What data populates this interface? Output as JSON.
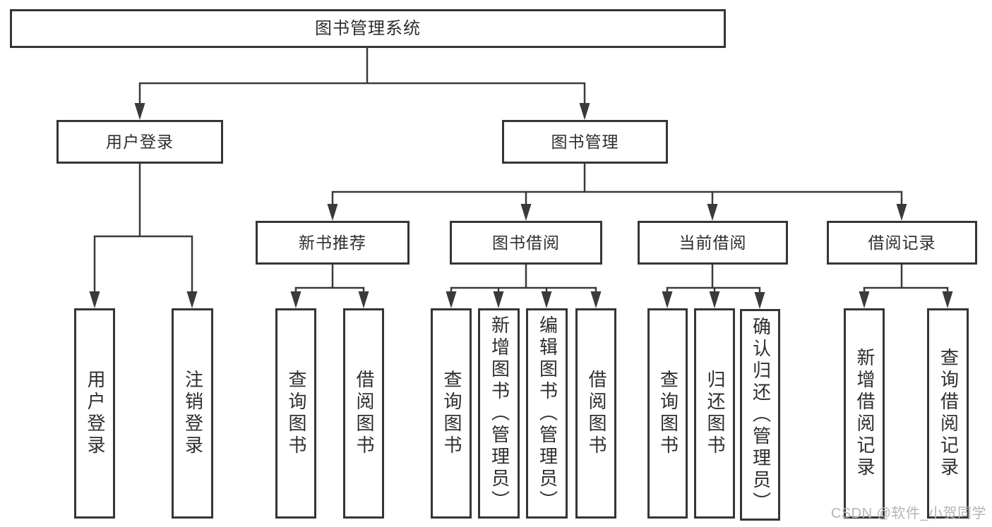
{
  "colors": {
    "background": "#ffffff",
    "line": "#3a3a3a",
    "border": "#353535",
    "text": "#2e2e2e",
    "watermark": "#b4b4b4"
  },
  "watermark": "CSDN @软件_小贺同学",
  "tree": {
    "root": {
      "label": "图书管理系统"
    },
    "branches": [
      {
        "label": "用户登录",
        "children": [
          {
            "label": "用户登录"
          },
          {
            "label": "注销登录"
          }
        ]
      },
      {
        "label": "图书管理",
        "sections": [
          {
            "label": "新书推荐",
            "children": [
              {
                "label": "查询图书"
              },
              {
                "label": "借阅图书"
              }
            ]
          },
          {
            "label": "图书借阅",
            "children": [
              {
                "label": "查询图书"
              },
              {
                "label": "新增图书（管理员）"
              },
              {
                "label": "编辑图书（管理员）"
              },
              {
                "label": "借阅图书"
              }
            ]
          },
          {
            "label": "当前借阅",
            "children": [
              {
                "label": "查询图书"
              },
              {
                "label": "归还图书"
              },
              {
                "label": "确认归还（管理员）"
              }
            ]
          },
          {
            "label": "借阅记录",
            "children": [
              {
                "label": "新增借阅记录"
              },
              {
                "label": "查询借阅记录"
              }
            ]
          }
        ]
      }
    ]
  }
}
